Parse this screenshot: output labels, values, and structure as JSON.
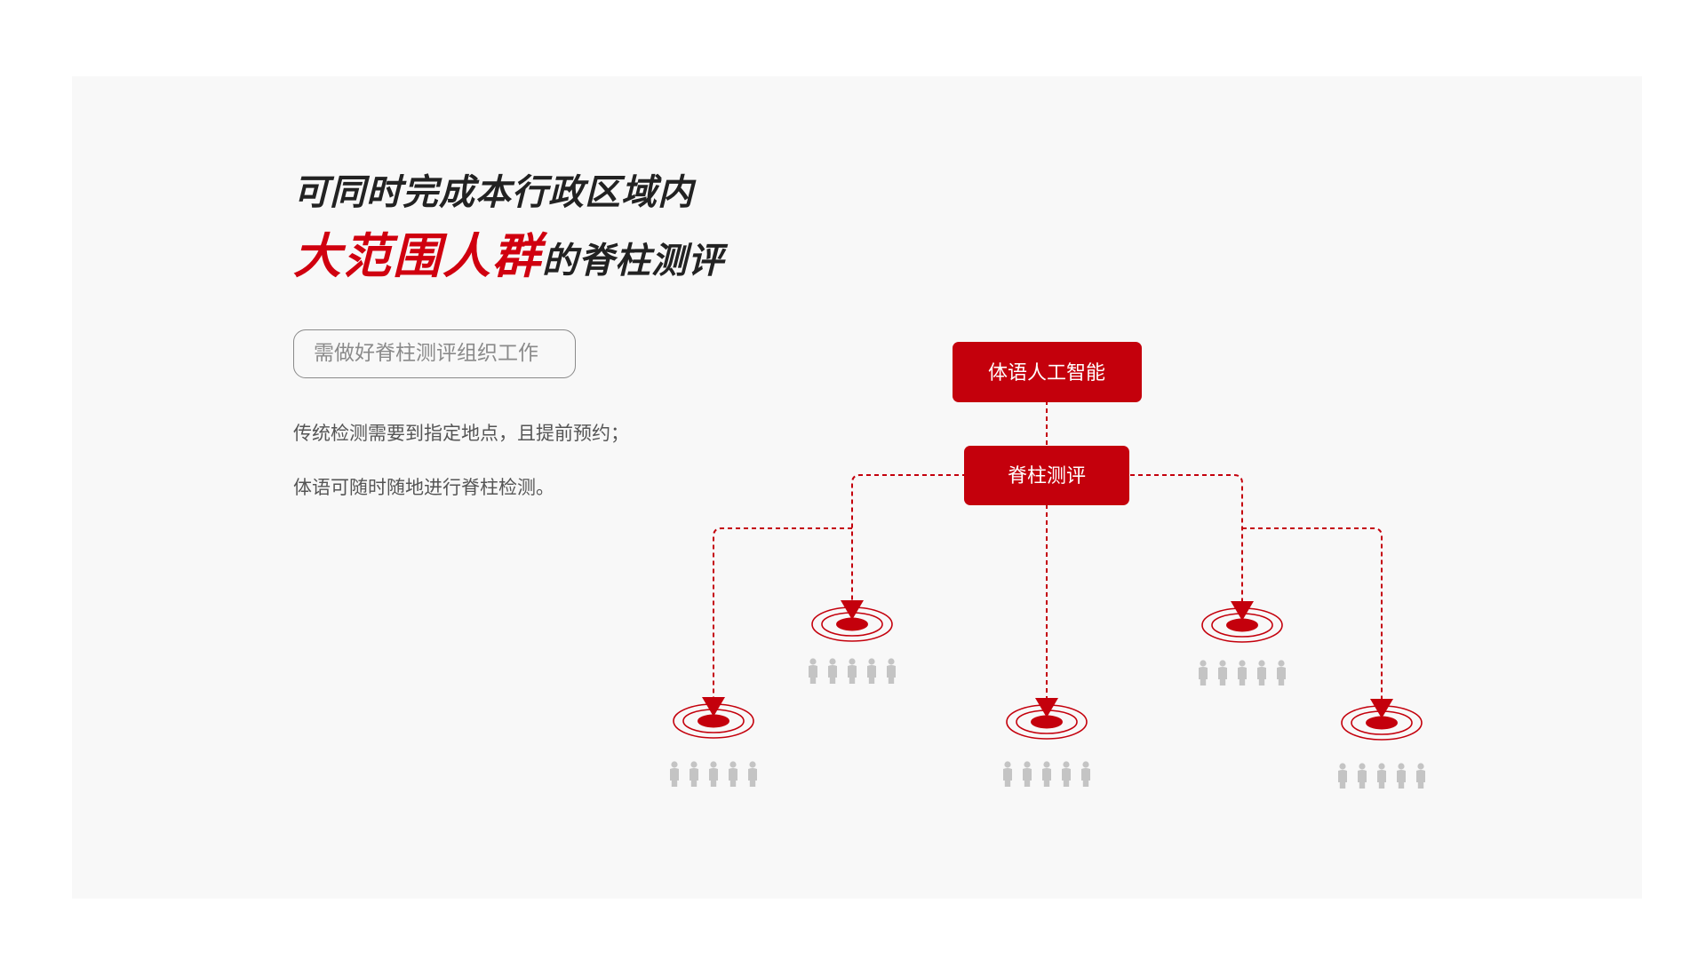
{
  "heading": {
    "line1": "可同时完成本行政区域内",
    "highlight": "大范围人群",
    "line2_rest": "的脊柱测评"
  },
  "tag_label": "需做好脊柱测评组织工作",
  "body": {
    "line1": "传统检测需要到指定地点，且提前预约；",
    "line2": "体语可随时随地进行脊柱检测。"
  },
  "diagram": {
    "root_label": "体语人工智能",
    "hub_label": "脊柱测评",
    "accent_color": "#c4000c",
    "person_color": "#c4c4c4",
    "target_count": 5,
    "people_per_group": 5
  }
}
